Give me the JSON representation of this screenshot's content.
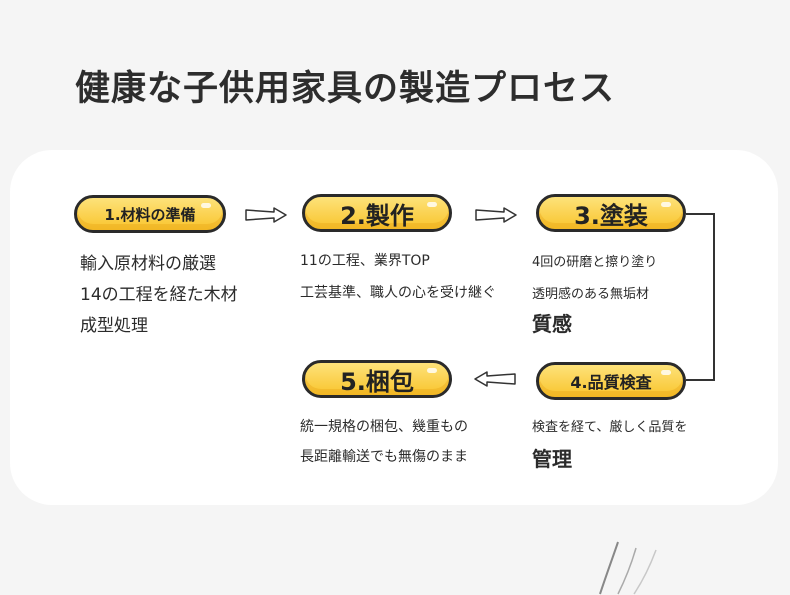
{
  "title": "健康な子供用家具の製造プロセス",
  "steps": [
    {
      "label": "1.材料の準備",
      "lines": [
        "輸入原材料の厳選",
        "14の工程を経た木材",
        "成型処理"
      ]
    },
    {
      "label": "2.製作",
      "lines": [
        "11の工程、業界TOP",
        "工芸基準、職人の心を受け継ぐ"
      ]
    },
    {
      "label": "3.塗装",
      "lines": [
        "4回の研磨と擦り塗り",
        "透明感のある無垢材",
        "質感"
      ]
    },
    {
      "label": "4.品質検査",
      "lines": [
        "検査を経て、厳しく品質を",
        "管理"
      ]
    },
    {
      "label": "5.梱包",
      "lines": [
        "統一規格の梱包、幾重もの",
        "長距離輸送でも無傷のまま"
      ]
    }
  ],
  "colors": {
    "pill_fill": "#f9c42c",
    "pill_border": "#2a2a2a",
    "card_bg": "#ffffff",
    "page_bg": "#f5f5f5"
  }
}
